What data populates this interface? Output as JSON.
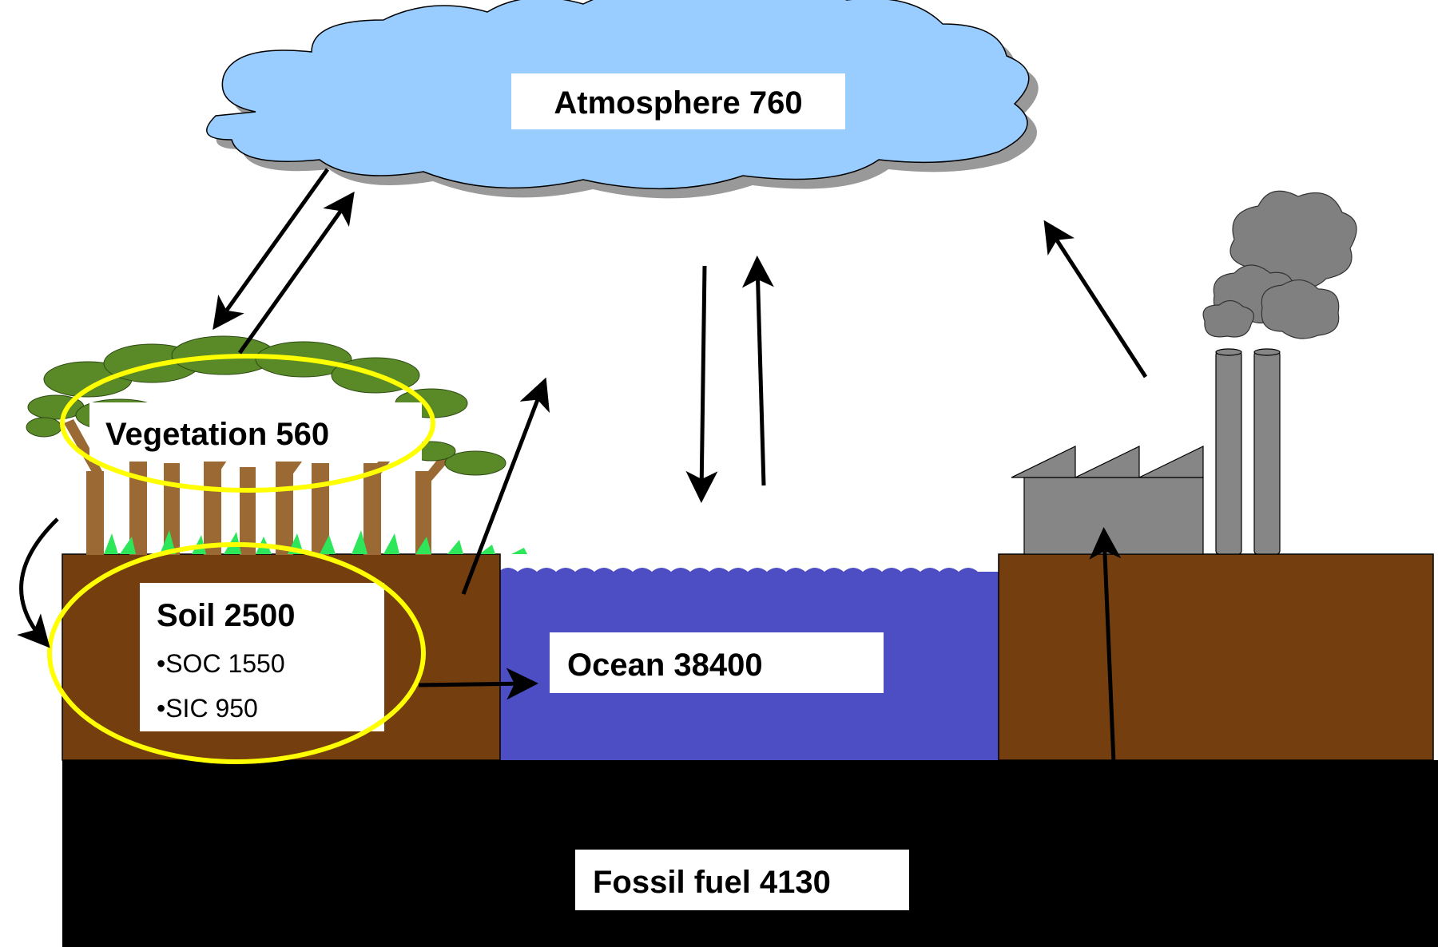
{
  "labels": {
    "atmosphere": "Atmosphere 760",
    "vegetation": "Vegetation 560",
    "soil_title": "Soil 2500",
    "soil_soc": "•SOC 1550",
    "soil_sic": "•SIC 950",
    "ocean": "Ocean 38400",
    "fossil_fuel": "Fossil fuel 4130"
  },
  "colors": {
    "cloud": "#99ccff",
    "cloud_shadow": "#999999",
    "ocean": "#4d4dc4",
    "soil": "#753e0e",
    "fossil": "#000000",
    "tree_canopy": "#5a8a28",
    "tree_trunk": "#9b6a34",
    "grass": "#2ee65a",
    "factory": "#868686",
    "smoke": "#808080",
    "highlight_ring": "#ffff00"
  }
}
